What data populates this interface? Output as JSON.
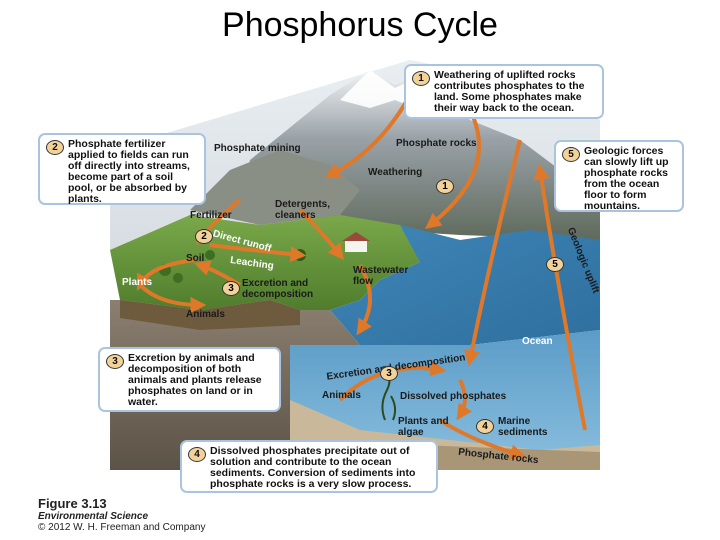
{
  "title": "Phosphorus Cycle",
  "boxes": [
    {
      "num": "1",
      "text": "Weathering of uplifted rocks contributes phosphates to the land. Some phosphates make their way back to the ocean."
    },
    {
      "num": "2",
      "text": "Phosphate fertilizer applied to fields can run off directly into streams, become part of a soil pool, or be absorbed by plants."
    },
    {
      "num": "5",
      "text": "Geologic forces can slowly lift up phosphate rocks from the ocean floor to form mountains."
    },
    {
      "num": "3",
      "text": "Excretion by animals and decomposition of both animals and plants release phosphates on land or in water."
    },
    {
      "num": "4",
      "text": "Dissolved phosphates precipitate out of solution and contribute to the ocean sediments. Conversion of sediments into phosphate rocks is a very slow process."
    }
  ],
  "labels": {
    "phosphate_mining": "Phosphate mining",
    "phosphate_rocks": "Phosphate rocks",
    "weathering": "Weathering",
    "detergents": "Detergents, cleaners",
    "fertilizer": "Fertilizer",
    "direct_runoff": "Direct runoff",
    "soil": "Soil",
    "leaching": "Leaching",
    "wastewater": "Wastewater flow",
    "plants": "Plants",
    "excretion": "Excretion and decomposition",
    "animals_land": "Animals",
    "geologic_uplift": "Geologic uplift",
    "ocean": "Ocean",
    "excretion_ocean": "Excretion and decomposition",
    "animals_ocean": "Animals",
    "dissolved": "Dissolved phosphates",
    "plants_algae": "Plants and algae",
    "marine_sediments": "Marine sediments",
    "phosphate_rocks_seafloor": "Phosphate rocks"
  },
  "badges": {
    "b1": "1",
    "b2": "2",
    "b3": "3",
    "b4": "4",
    "b5": "5",
    "b3o": "3"
  },
  "caption": {
    "figure": "Figure 3.13",
    "book": "Environmental Science",
    "copyright": "© 2012 W. H. Freeman and Company"
  }
}
